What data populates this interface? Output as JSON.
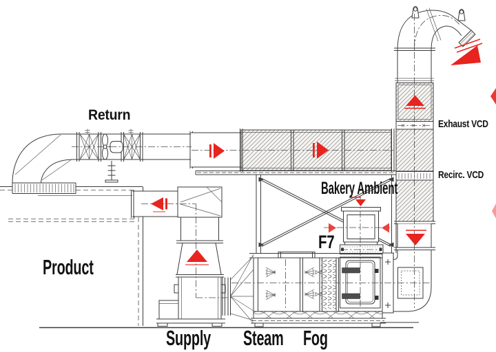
{
  "diagram": {
    "labels": {
      "return": "Return",
      "product": "Product",
      "supply": "Supply",
      "steam": "Steam",
      "fog": "Fog",
      "bakery_ambient": "Bakery Ambient",
      "filter": "F7",
      "exhaust_vcd": "Exhaust VCD",
      "recirc_vcd": "Recirc. VCD"
    },
    "colors": {
      "arrow": "#e8241f",
      "line": "#3a3a3a",
      "hatch": "#9c9c9c",
      "background": "#ffffff"
    },
    "airflow_arrows": [
      {
        "name": "return-duct-flow",
        "direction": "right"
      },
      {
        "name": "insulated-return-duct-flow",
        "direction": "right"
      },
      {
        "name": "exhaust-stack-flow",
        "direction": "up"
      },
      {
        "name": "exhaust-outlet-flow",
        "direction": "down-left"
      },
      {
        "name": "recirc-duct-flow",
        "direction": "down"
      },
      {
        "name": "filter-inlet-top",
        "direction": "down"
      },
      {
        "name": "filter-inlet-left",
        "direction": "right"
      },
      {
        "name": "filter-inlet-right",
        "direction": "left"
      },
      {
        "name": "supply-discharge-flow",
        "direction": "left"
      },
      {
        "name": "supply-riser-flow",
        "direction": "up"
      }
    ]
  }
}
